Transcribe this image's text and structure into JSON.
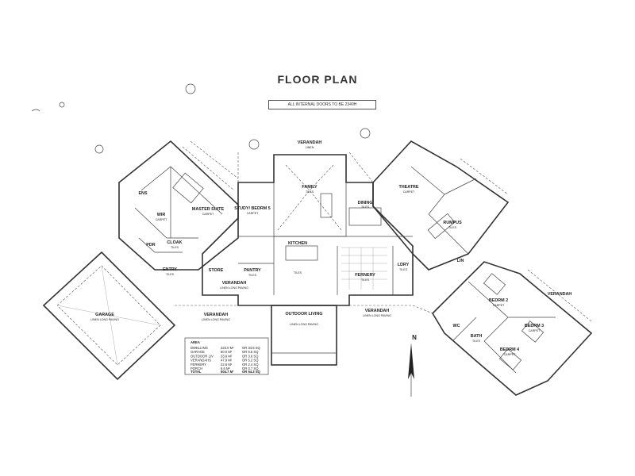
{
  "title": "FLOOR PLAN",
  "note": "ALL INTERNAL DOORS TO BE 2340H",
  "rooms": {
    "family": "FAMILY",
    "family_sub": "TILES",
    "verandah_top": "VERANDAH",
    "verandah_top_sub": "LINEN",
    "kitchen": "KITCHEN",
    "kitchen_sub": "TILES",
    "dining": "DINING",
    "dining_sub": "TILES",
    "study": "STUDY/ BEDRM 5",
    "study_sub": "CARPET",
    "master": "MASTER SUITE",
    "master_sub": "CARPET",
    "wir": "WIR",
    "wir_sub": "CARPET",
    "ens": "ENS",
    "powder": "PDR",
    "cloak": "CLOAK",
    "cloak_sub": "TILES",
    "entry": "ENTRY",
    "entry_sub": "TILES",
    "store": "STORE",
    "pantry": "PANTRY",
    "pantry_sub": "TILES",
    "garage": "GARAGE",
    "garage_sub": "LINEN LONG PAVING",
    "outdoor": "OUTDOOR LIVING",
    "outdoor_sub": "LINEN LONG PAVING",
    "verandah_left": "VERANDAH",
    "verandah_left_sub": "LINEN LONG PAVING",
    "verandah_mid": "VERANDAH",
    "verandah_mid_sub": "LINEN LONG PAVING",
    "verandah_right": "VERANDAH",
    "verandah_right_sub": "LINEN LONG PAVING",
    "theatre": "THEATRE",
    "theatre_sub": "CARPET",
    "rumpus": "RUMPUS",
    "rumpus_sub": "TILES",
    "fernery": "FERNERY",
    "fernery_sub": "TILES",
    "laundry": "LDRY",
    "laundry_sub": "TILES",
    "linen": "LIN",
    "bedrm2": "BEDRM 2",
    "bedrm2_sub": "CARPET",
    "bedrm3": "BEDRM 3",
    "bedrm3_sub": "CARPET",
    "bedrm4": "BEDRM 4",
    "bedrm4_sub": "CARPET",
    "bath": "BATH",
    "bath_sub": "TILES",
    "wc": "WC",
    "verandah_bed": "VERANDAH",
    "north": "N"
  },
  "area": {
    "heading": "AREA",
    "rows": [
      {
        "label": "DWELLING",
        "value": "323.0 M²",
        "sq": "OR 34.8 SQ"
      },
      {
        "label": "GARAGE",
        "value": "60.0 M²",
        "sq": "OR 6.5 SQ"
      },
      {
        "label": "OUTDOOR LIV",
        "value": "33.6 M²",
        "sq": "OR 3.6 SQ"
      },
      {
        "label": "VERANDAHS",
        "value": "47.9 M²",
        "sq": "OR 5.2 SQ"
      },
      {
        "label": "FERNERY",
        "value": "22.6 M²",
        "sq": "OR 2.4 SQ"
      },
      {
        "label": "PORCH",
        "value": "6.6 M²",
        "sq": "OR 0.7 SQ"
      }
    ],
    "total_label": "TOTAL",
    "total_value": "504.7 M²",
    "total_sq": "OR 54.3 SQ"
  }
}
